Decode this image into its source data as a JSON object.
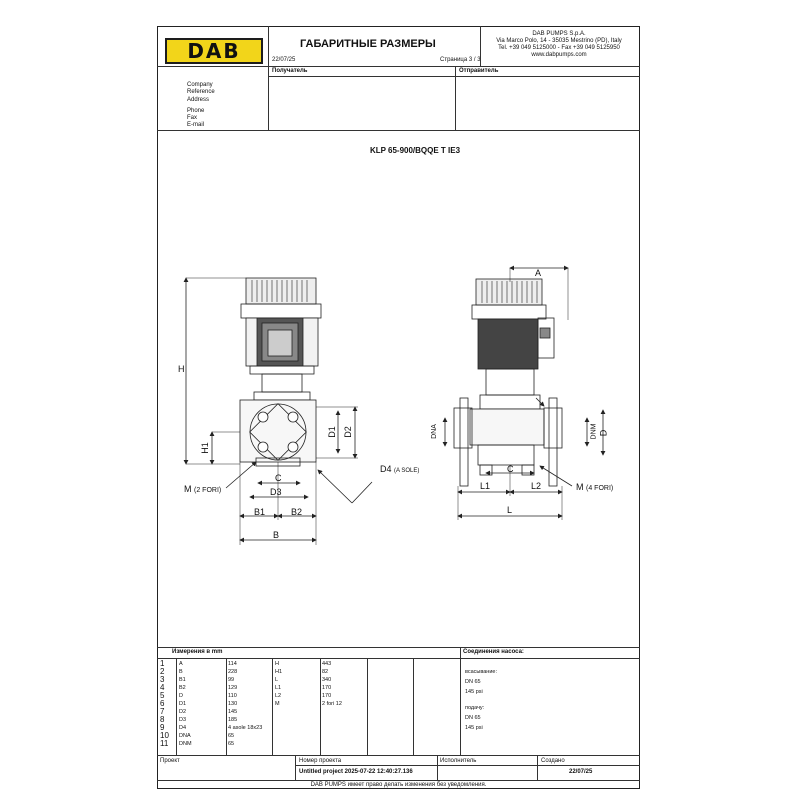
{
  "header": {
    "logo_text": "DAB",
    "title": "ГАБАРИТНЫЕ РАЗМЕРЫ",
    "date": "22/07/25",
    "page": "Страница 3 / 3",
    "company": {
      "name": "DAB PUMPS S.p.A.",
      "address": "Via Marco Polo, 14 - 35035 Mestrino (PD), Italy",
      "phone": "Tel. +39 049 5125000 - Fax +39 049 5125950",
      "web": "www.dabpumps.com"
    }
  },
  "info": {
    "recipient_label": "Получатель",
    "sender_label": "Отправитель",
    "fields": [
      "Company",
      "Reference",
      "Address",
      "Phone",
      "Fax",
      "E-mail"
    ]
  },
  "drawing": {
    "title": "KLP 65-900/BQQE T IE3",
    "labels": {
      "H": "H",
      "H1": "H1",
      "D1": "D1",
      "D2": "D2",
      "C_left": "C",
      "D3": "D3",
      "D4": "D4",
      "D4_note": "(A SOLE)",
      "M_left": "M",
      "M_left_note": "(2 FORI)",
      "B1": "B1",
      "B2": "B2",
      "B": "B",
      "A": "A",
      "DNA": "DNA",
      "DNM": "DNM",
      "D": "D",
      "C_right": "C",
      "L1": "L1",
      "L2": "L2",
      "L": "L",
      "M_right": "M",
      "M_right_note": "(4 FORI)"
    }
  },
  "dimensions": {
    "header": "Измерения в  mm",
    "row_numbers": [
      "1",
      "2",
      "3",
      "4",
      "5",
      "6",
      "7",
      "8",
      "9",
      "10",
      "11"
    ],
    "col1": [
      {
        "k": "A",
        "v": "114"
      },
      {
        "k": "B",
        "v": "228"
      },
      {
        "k": "B1",
        "v": "99"
      },
      {
        "k": "B2",
        "v": "129"
      },
      {
        "k": "D",
        "v": "110"
      },
      {
        "k": "D1",
        "v": "130"
      },
      {
        "k": "D2",
        "v": "145"
      },
      {
        "k": "D3",
        "v": "185"
      },
      {
        "k": "D4",
        "v": "4 asole 18x23"
      },
      {
        "k": "DNA",
        "v": "65"
      },
      {
        "k": "DNM",
        "v": "65"
      }
    ],
    "col2": [
      {
        "k": "H",
        "v": "443"
      },
      {
        "k": "H1",
        "v": "82"
      },
      {
        "k": "L",
        "v": "340"
      },
      {
        "k": "L1",
        "v": "170"
      },
      {
        "k": "L2",
        "v": "170"
      },
      {
        "k": "M",
        "v": "2 fori 12"
      }
    ]
  },
  "connections": {
    "header": "Соединения насоса:",
    "suction_label": "всасывание:",
    "suction_dn": "DN 65",
    "suction_psi": "145 psi",
    "delivery_label": "подачу:",
    "delivery_dn": "DN 65",
    "delivery_psi": "145 psi"
  },
  "footer": {
    "project_label": "Проект",
    "project_no_label": "Номер проекта",
    "project_no": "Untitled project 2025-07-22 12:40:27.136",
    "executor_label": "Исполнитель",
    "created_label": "Создано",
    "created": "22/07/25",
    "disclaimer": "DAB PUMPS имеет право делать изменения без уведомления."
  }
}
